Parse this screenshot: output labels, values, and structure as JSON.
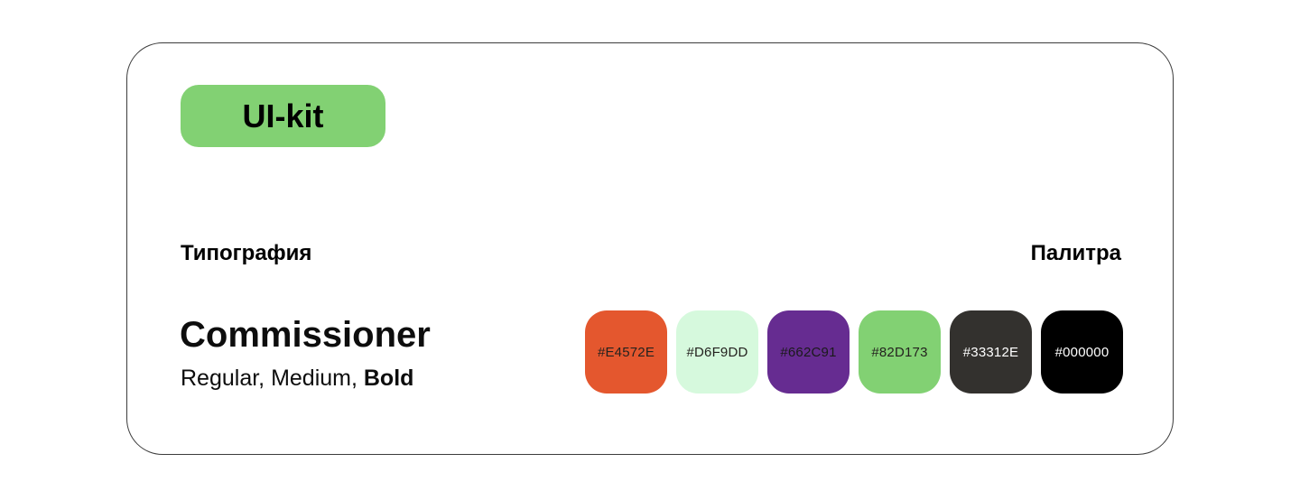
{
  "card": {
    "badge": {
      "label": "UI-kit",
      "bg": "#82D173",
      "text_color": "#000000"
    }
  },
  "typography": {
    "heading": "Типография",
    "font_name": "Commissioner",
    "weights": [
      {
        "label": "Regular, "
      },
      {
        "label": "Medium, "
      },
      {
        "label": "Bold"
      }
    ]
  },
  "palette": {
    "heading": "Палитра",
    "swatches": [
      {
        "hex": "#E4572E",
        "text_color": "#24221F"
      },
      {
        "hex": "#D6F9DD",
        "text_color": "#24221F"
      },
      {
        "hex": "#662C91",
        "text_color": "#1A1A1A"
      },
      {
        "hex": "#82D173",
        "text_color": "#24221F"
      },
      {
        "hex": "#33312E",
        "text_color": "#FFFFFF"
      },
      {
        "hex": "#000000",
        "text_color": "#FFFFFF"
      }
    ]
  }
}
